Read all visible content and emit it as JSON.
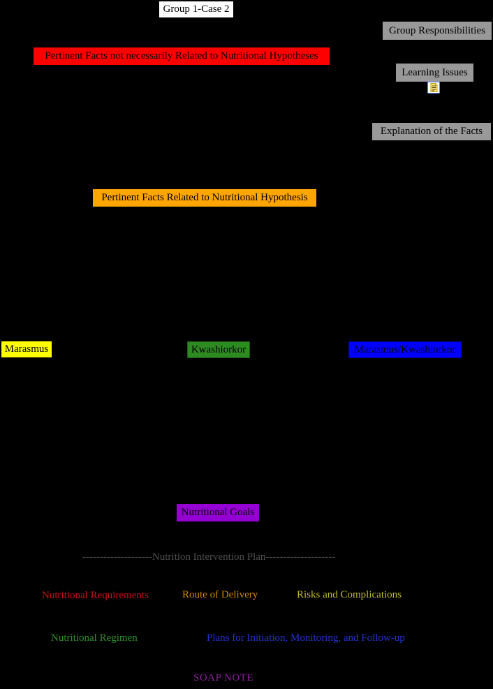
{
  "map": {
    "background": "#000000",
    "title": {
      "label": "Group 1-Case 2",
      "bg": "#ffffff",
      "text_color": "#000000"
    },
    "nodes": {
      "group_responsibilities": {
        "label": "Group Responsibilities",
        "bg": "#999999",
        "text_color": "#000000"
      },
      "pertinent_facts_not_related": {
        "label": "Pertinent Facts not necessarily Related to Nutritional Hypotheses",
        "bg": "#ff0000",
        "text_color": "#000000"
      },
      "learning_issues": {
        "label": "Learning Issues",
        "bg": "#999999",
        "text_color": "#000000",
        "icon": "note-icon"
      },
      "explanation_of_the_facts": {
        "label": "Explanation of the Facts",
        "bg": "#999999",
        "text_color": "#000000"
      },
      "pertinent_facts_related": {
        "label": "Pertinent Facts Related to Nutritional Hypothesis",
        "bg": "#ffa500",
        "text_color": "#000000"
      },
      "marasmus": {
        "label": "Marasmus",
        "bg": "#ffff00",
        "text_color": "#000000"
      },
      "kwashiorkor": {
        "label": "Kwashiorkor",
        "bg": "#2e8b22",
        "text_color": "#000000"
      },
      "marasmus_kwashiorkor": {
        "label": "Marasmus/Kwashiorkor",
        "bg": "#0000ff",
        "text_color": "#000000"
      },
      "nutritional_goals": {
        "label": "Nutritional Goals",
        "bg": "#9400d3",
        "text_color": "#000000"
      }
    },
    "labels": {
      "nutrition_intervention_plan": {
        "label": "--------------------Nutrition Intervention Plan--------------------",
        "text_color": "#4d4d4d"
      },
      "nutritional_requirements": {
        "label": "Nutritional Requirements",
        "text_color": "#cc1111"
      },
      "route_of_delivery": {
        "label": "Route of Delivery",
        "text_color": "#cc8800"
      },
      "risks_and_complications": {
        "label": "Risks and Complications",
        "text_color": "#bfba2b"
      },
      "nutritional_regimen": {
        "label": "Nutritional Regimen",
        "text_color": "#2f8f2f"
      },
      "plans_for_initiation": {
        "label": "Plans for Initiation, Monitoring, and Follow-up",
        "text_color": "#2433cc"
      },
      "soap_note": {
        "label": "SOAP NOTE",
        "text_color": "#8b1f9b"
      }
    },
    "icons": {
      "learning_issues_note": {
        "name": "note-icon",
        "page_color": "#ffe98a",
        "frame_color": "#5b7fff"
      }
    }
  }
}
